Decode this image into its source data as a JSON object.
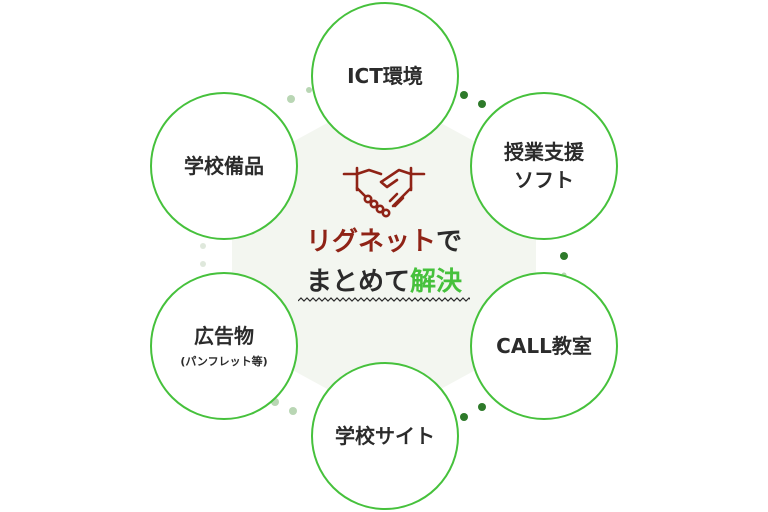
{
  "center": {
    "line1_highlight": "リグネット",
    "line1_rest": "で",
    "line2_plain": "まとめて",
    "line2_highlight": "解決"
  },
  "nodes": [
    {
      "label": "ICT環境"
    },
    {
      "label": "授業支援",
      "label2": "ソフト"
    },
    {
      "label": "CALL教室"
    },
    {
      "label": "学校サイト"
    },
    {
      "label": "広告物",
      "sub": "(パンフレット等)"
    },
    {
      "label": "学校備品"
    }
  ],
  "colors": {
    "ring": "#46c13c",
    "accent_red": "#8f2316",
    "accent_green": "#46c13c",
    "hex_fill": "#f3f6f0",
    "dot_dark": "#2e7a2a",
    "dot_light": "#b9d6b4"
  },
  "icons": {
    "center": "handshake-icon"
  }
}
